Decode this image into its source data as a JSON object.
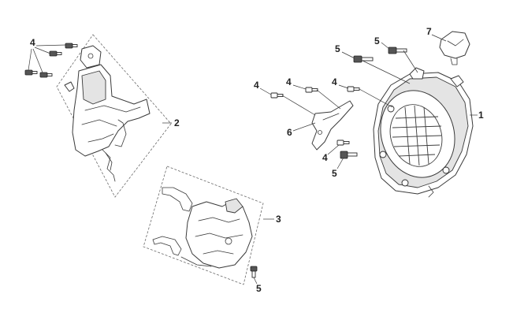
{
  "callouts": {
    "part_1": "1",
    "part_2": "2",
    "part_3": "3",
    "part_4_a": "4",
    "part_4_b": "4",
    "part_4_c": "4",
    "part_4_d": "4",
    "part_4_e": "4",
    "part_5_a": "5",
    "part_5_b": "5",
    "part_5_c": "5",
    "part_5_d": "5",
    "part_6": "6",
    "part_7": "7"
  }
}
